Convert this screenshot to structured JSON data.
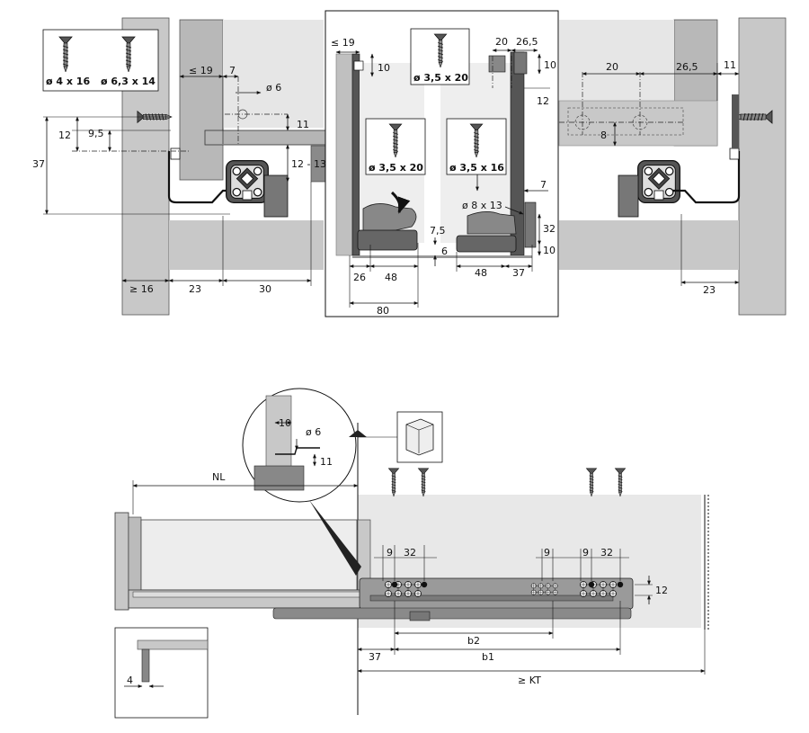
{
  "screw_legend": {
    "screw_a": "ø 4 x 16",
    "screw_b": "ø 6,3 x 14"
  },
  "top_left": {
    "d_19": "≤ 19",
    "d_7": "7",
    "d_6": "ø 6",
    "d_11": "11",
    "d_12": "12",
    "d_9_5": "9,5",
    "d_37": "37",
    "d_12_13": "12 - 13",
    "d_16": "≥ 16",
    "d_23": "23",
    "d_30": "30"
  },
  "center_panel": {
    "d_19": "≤ 19",
    "d_10": "10",
    "screw_top": "ø 3,5 x 20",
    "screw_left": "ø 3,5 x 20",
    "screw_right": "ø 3,5 x 16",
    "d_20": "20",
    "d_26_5": "26,5",
    "d_10_r": "10",
    "d_12": "12",
    "d_7": "7",
    "d_8x13": "ø 8 x 13",
    "d_32": "32",
    "d_10_b": "10",
    "d_7_5": "7,5",
    "d_6": "6",
    "d_26": "26",
    "d_48_l": "48",
    "d_80": "80",
    "d_48_r": "48",
    "d_37": "37"
  },
  "top_right": {
    "d_20": "20",
    "d_26_5": "26,5",
    "d_11": "11",
    "d_8": "8",
    "d_23": "23"
  },
  "bottom": {
    "detail_10": "10",
    "detail_6": "ø 6",
    "detail_11": "11",
    "nl": "NL",
    "d_9_a": "9",
    "d_32_a": "32",
    "d_9_b": "9",
    "d_9_c": "9",
    "d_32_b": "32",
    "d_12": "12",
    "d_b2": "b2",
    "d_37": "37",
    "d_b1": "b1",
    "d_kt": "≥ KT",
    "d_4": "4"
  },
  "colors": {
    "panel": "#c8c8c8",
    "panel_dark": "#9a9a9a",
    "light_bg": "#e8e8e8",
    "runner": "#7a7a7a",
    "ink": "#111111"
  }
}
